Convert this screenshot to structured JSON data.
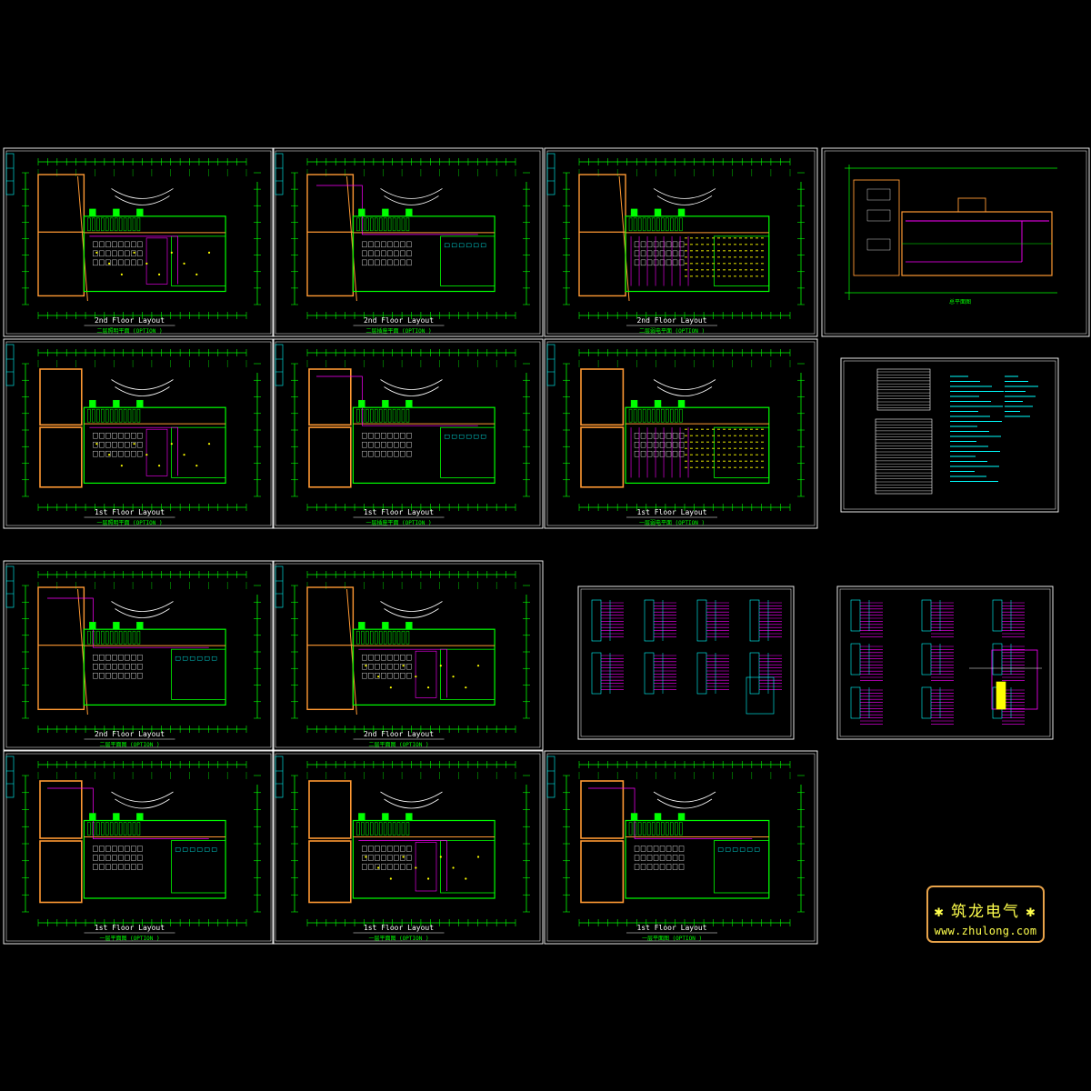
{
  "colors": {
    "background": "#000000",
    "frame": "#ffffff",
    "grid": "#00ff00",
    "wall": "#ff9933",
    "wire": "#ff00ff",
    "cyan": "#00ffff",
    "yellow": "#ffff00",
    "logo_border": "#e8a34a",
    "logo_text": "#ffff4d"
  },
  "sheets": [
    {
      "name": "sheet-2f-lighting",
      "type": "plan",
      "variant": "2f",
      "fill": "rooms",
      "title": "2nd Floor Layout",
      "subtitle": "二层照明平面 (OPTION )"
    },
    {
      "name": "sheet-2f-power",
      "type": "plan",
      "variant": "2f",
      "fill": "plain",
      "title": "2nd Floor Layout",
      "subtitle": "二层插座平面 (OPTION )"
    },
    {
      "name": "sheet-2f-dense",
      "type": "plan",
      "variant": "2f",
      "fill": "dense",
      "title": "2nd Floor Layout",
      "subtitle": "二层弱电平面 (OPTION )"
    },
    {
      "name": "sheet-site-plan",
      "type": "site",
      "caption": "总平面图"
    },
    {
      "name": "sheet-1f-lighting",
      "type": "plan",
      "variant": "1f",
      "fill": "rooms",
      "title": "1st Floor Layout",
      "subtitle": "一层照明平面 (OPTION )"
    },
    {
      "name": "sheet-1f-power",
      "type": "plan",
      "variant": "1f",
      "fill": "plain",
      "title": "1st Floor Layout",
      "subtitle": "一层插座平面 (OPTION )"
    },
    {
      "name": "sheet-1f-dense",
      "type": "plan",
      "variant": "1f",
      "fill": "dense",
      "title": "1st Floor Layout",
      "subtitle": "一层弱电平面 (OPTION )"
    },
    {
      "name": "sheet-legend-notes",
      "type": "legend"
    },
    {
      "name": "sheet-2f-option-a",
      "type": "plan",
      "variant": "2f",
      "fill": "plain",
      "title": "2nd Floor Layout",
      "subtitle": "二层平面图 (OPTION )"
    },
    {
      "name": "sheet-2f-option-b",
      "type": "plan",
      "variant": "2f",
      "fill": "rooms",
      "title": "2nd Floor Layout",
      "subtitle": "二层平面图 (OPTION )"
    },
    {
      "name": "sheet-system-diagram-a",
      "type": "system"
    },
    {
      "name": "sheet-system-diagram-b",
      "type": "system2"
    },
    {
      "name": "sheet-1f-option-a",
      "type": "plan",
      "variant": "1f",
      "fill": "plain",
      "title": "1st Floor Layout",
      "subtitle": "一层平面图 (OPTION )"
    },
    {
      "name": "sheet-1f-option-b",
      "type": "plan",
      "variant": "1f",
      "fill": "rooms",
      "title": "1st Floor Layout",
      "subtitle": "一层平面图 (OPTION )"
    },
    {
      "name": "sheet-1f-option-c",
      "type": "plan",
      "variant": "1f",
      "fill": "plain",
      "title": "1st Floor Layout",
      "subtitle": "一层平面图 (OPTION )"
    }
  ],
  "watermark": {
    "brand": "筑龙电气",
    "star": "✱",
    "url": "www.zhulong.com"
  }
}
